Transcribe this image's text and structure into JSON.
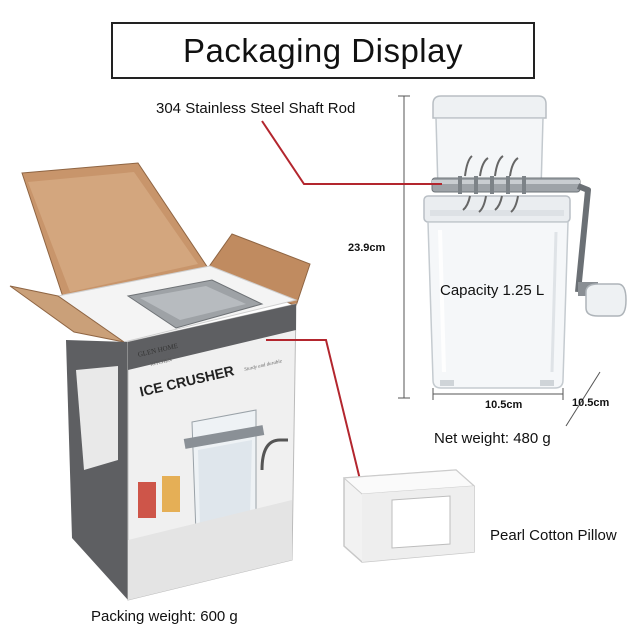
{
  "title": "Packaging Display",
  "labels": {
    "shaft_rod": "304 Stainless Steel  Shaft Rod",
    "height": "23.9cm",
    "capacity": "Capacity 1.25 L",
    "width": "10.5cm",
    "depth": "10.5cm",
    "net_weight": "Net weight: 480 g",
    "pearl_cotton": "Pearl Cotton Pillow",
    "packing_weight": "Packing weight: 600 g"
  },
  "box_print": {
    "brand": "GLEN HOME",
    "brand_sub": "KITCHEN",
    "product": "ICE CRUSHER",
    "tagline": "Sturdy and durable"
  },
  "colors": {
    "callout_line": "#b3262e",
    "cardboard": "#c8956b",
    "box_gray": "#5e5f62",
    "foam": "#f3f3f3"
  }
}
